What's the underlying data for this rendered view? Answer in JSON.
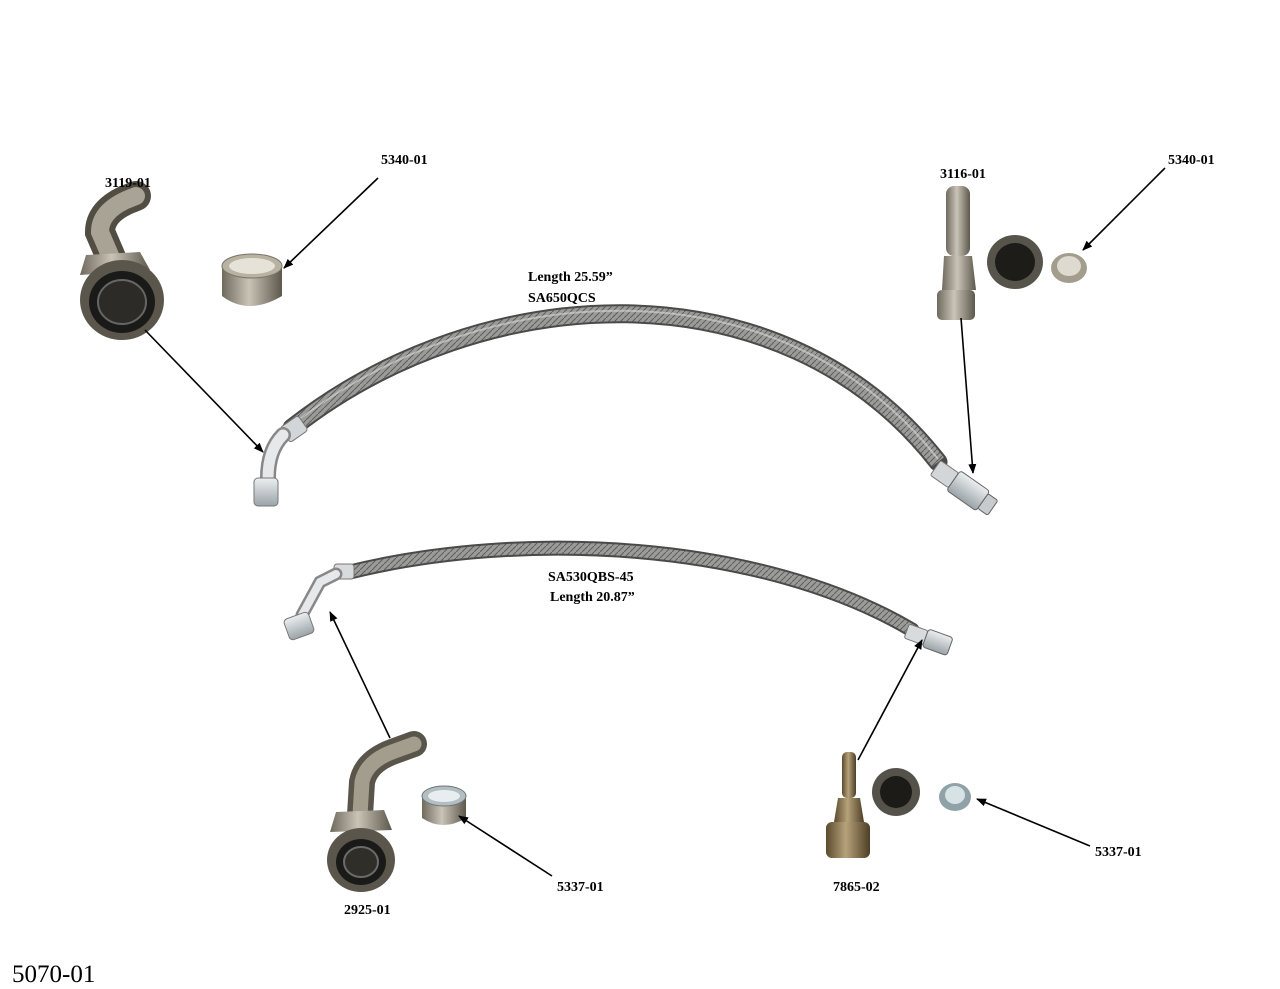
{
  "kit_number": "5070-01",
  "hose_top": {
    "length": "Length 25.59”",
    "part": "SA650QCS"
  },
  "hose_bottom": {
    "part": "SA530QBS-45",
    "length": "Length 20.87”"
  },
  "parts": {
    "elbow_top": "3119-01",
    "ferrule_top_left": "5340-01",
    "straight_top": "3116-01",
    "ferrule_top_right": "5340-01",
    "elbow_bottom": "2925-01",
    "ferrule_bottom_left": "5337-01",
    "straight_bottom": "7865-02",
    "ferrule_bottom_right": "5337-01"
  }
}
